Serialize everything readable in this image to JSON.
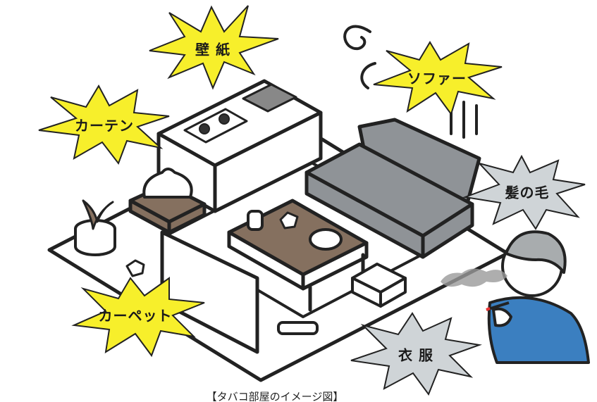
{
  "bursts": [
    {
      "key": "wallpaper",
      "label": "壁 紙",
      "color": "#f7ef2b"
    },
    {
      "key": "sofa",
      "label": "ソファー",
      "color": "#f7ef2b"
    },
    {
      "key": "curtain",
      "label": "カーテン",
      "color": "#f7ef2b"
    },
    {
      "key": "hair",
      "label": "髪の毛",
      "color": "#cfd4d7"
    },
    {
      "key": "carpet",
      "label": "カーペット",
      "color": "#f7ef2b"
    },
    {
      "key": "clothes",
      "label": "衣 服",
      "color": "#cfd4d7"
    }
  ],
  "caption": "【タバコ部屋のイメージ図】",
  "colors": {
    "line": "#222222",
    "burst_yellow": "#f7ef2b",
    "burst_gray": "#cfd4d7",
    "sofa": "#8f9397",
    "table_brown": "#85705f",
    "sweater_blue": "#3b7fc0",
    "hair_gray": "#a8acae",
    "smoke": "#9a9a9a"
  },
  "icons": [
    "cigarette-icon",
    "smoke-swirl-icon"
  ]
}
